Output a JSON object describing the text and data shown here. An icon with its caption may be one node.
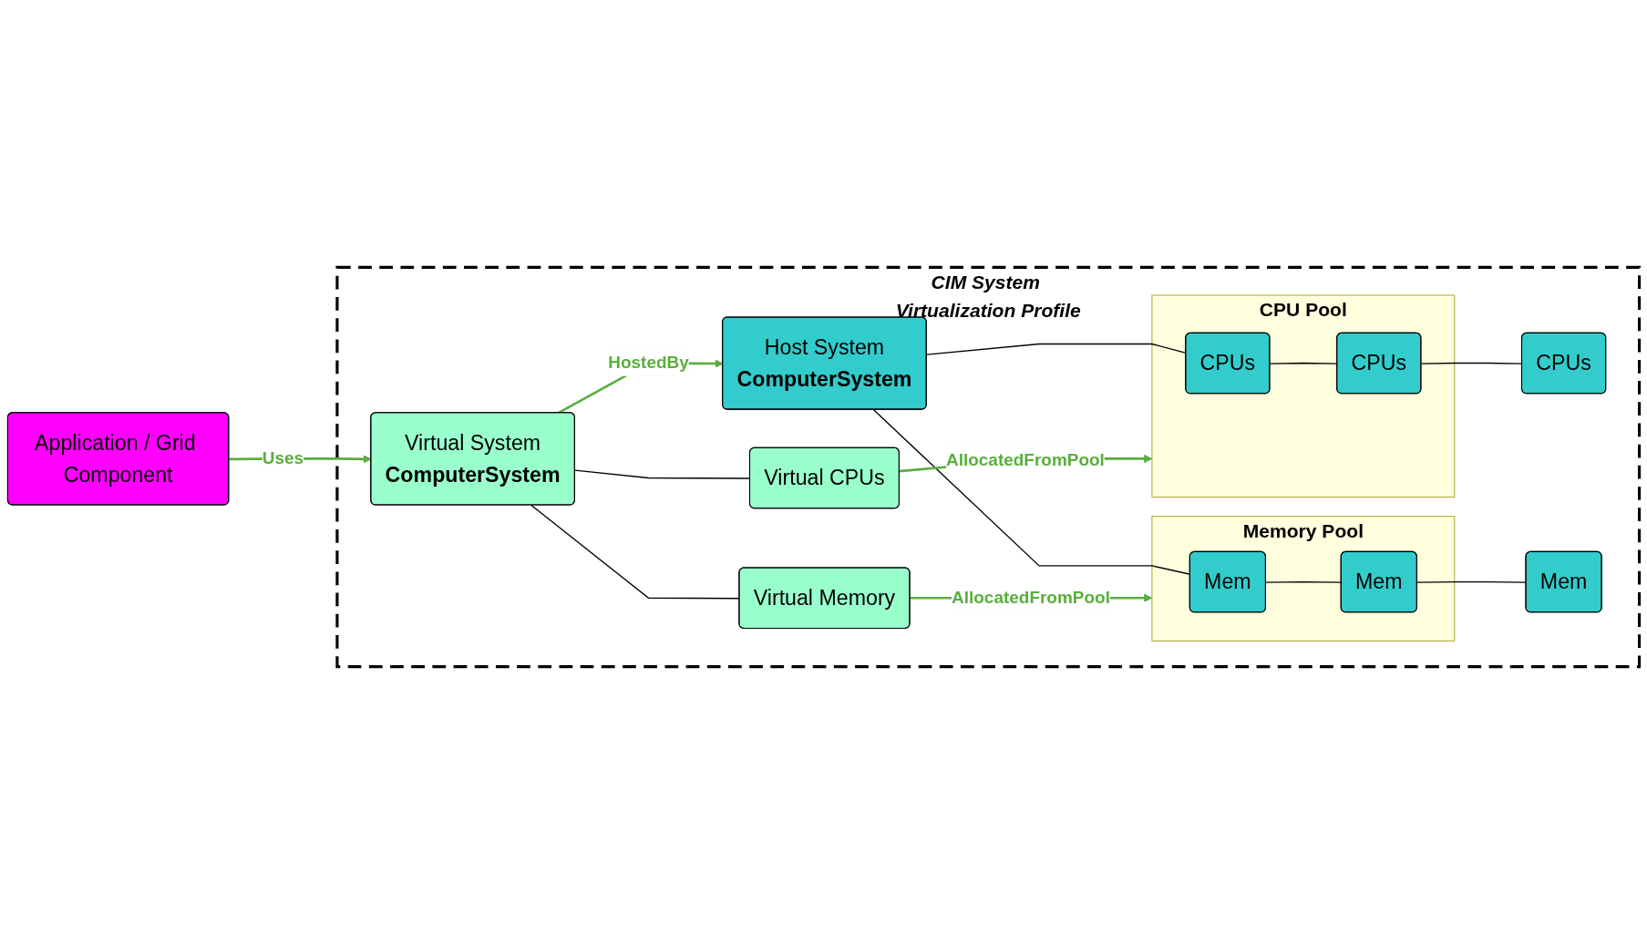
{
  "diagram": {
    "nodes": [
      {
        "text": [
          "Application / Grid Component"
        ]
      },
      {
        "text": [
          "CIM System Virtualization Profile"
        ]
      },
      {
        "text": [
          "Virtual System",
          "ComputerSystem"
        ],
        "in": 1
      },
      {
        "text": [
          "Host System",
          "ComputerSystem"
        ],
        "in": 1
      },
      {
        "text": [
          "Virtual CPUs"
        ],
        "in": 1
      },
      {
        "text": [
          "CPU Pool"
        ],
        "in": 1
      },
      {
        "text": [
          "CPUs"
        ],
        "in": 5
      },
      {
        "text": [
          "CPUs"
        ],
        "in": 5
      },
      {
        "text": [
          "CPUs"
        ],
        "in": 1
      },
      {
        "text": [
          "Virtual Memory"
        ],
        "in": 1
      },
      {
        "text": [
          "Memory Pool"
        ],
        "in": 1
      },
      {
        "text": [
          "Mem"
        ],
        "in": 10
      },
      {
        "text": [
          "Mem"
        ],
        "in": 10
      },
      {
        "text": [
          "Mem"
        ],
        "in": 1
      }
    ],
    "edges": [
      {
        "from": 0,
        "to": 2,
        "arrow": "to",
        "label": "Uses",
        "color": "#5aae3e"
      },
      {
        "from": 2,
        "to": 3,
        "arrow": "to",
        "label": "HostedBy",
        "color": "#5aae3e"
      },
      {
        "from": 4,
        "to": 5,
        "arrow": "to",
        "label": "AllocatedFromPool",
        "color": "#5aae3e"
      },
      {
        "from": 9,
        "to": 10,
        "arrow": "to",
        "label": "AllocatedFromPool",
        "color": "#5aae3e"
      },
      {
        "from": 2,
        "to": 4,
        "arrow": "none"
      },
      {
        "from": 2,
        "to": 9,
        "arrow": "none"
      },
      {
        "from": 3,
        "to": 6,
        "arrow": "none"
      },
      {
        "from": 3,
        "to": 11,
        "arrow": "none"
      },
      {
        "from": 6,
        "to": 7,
        "arrow": "none"
      },
      {
        "from": 7,
        "to": 8,
        "arrow": "none"
      },
      {
        "from": 11,
        "to": 12,
        "arrow": "none"
      },
      {
        "from": 12,
        "to": 13,
        "arrow": "none"
      }
    ]
  }
}
